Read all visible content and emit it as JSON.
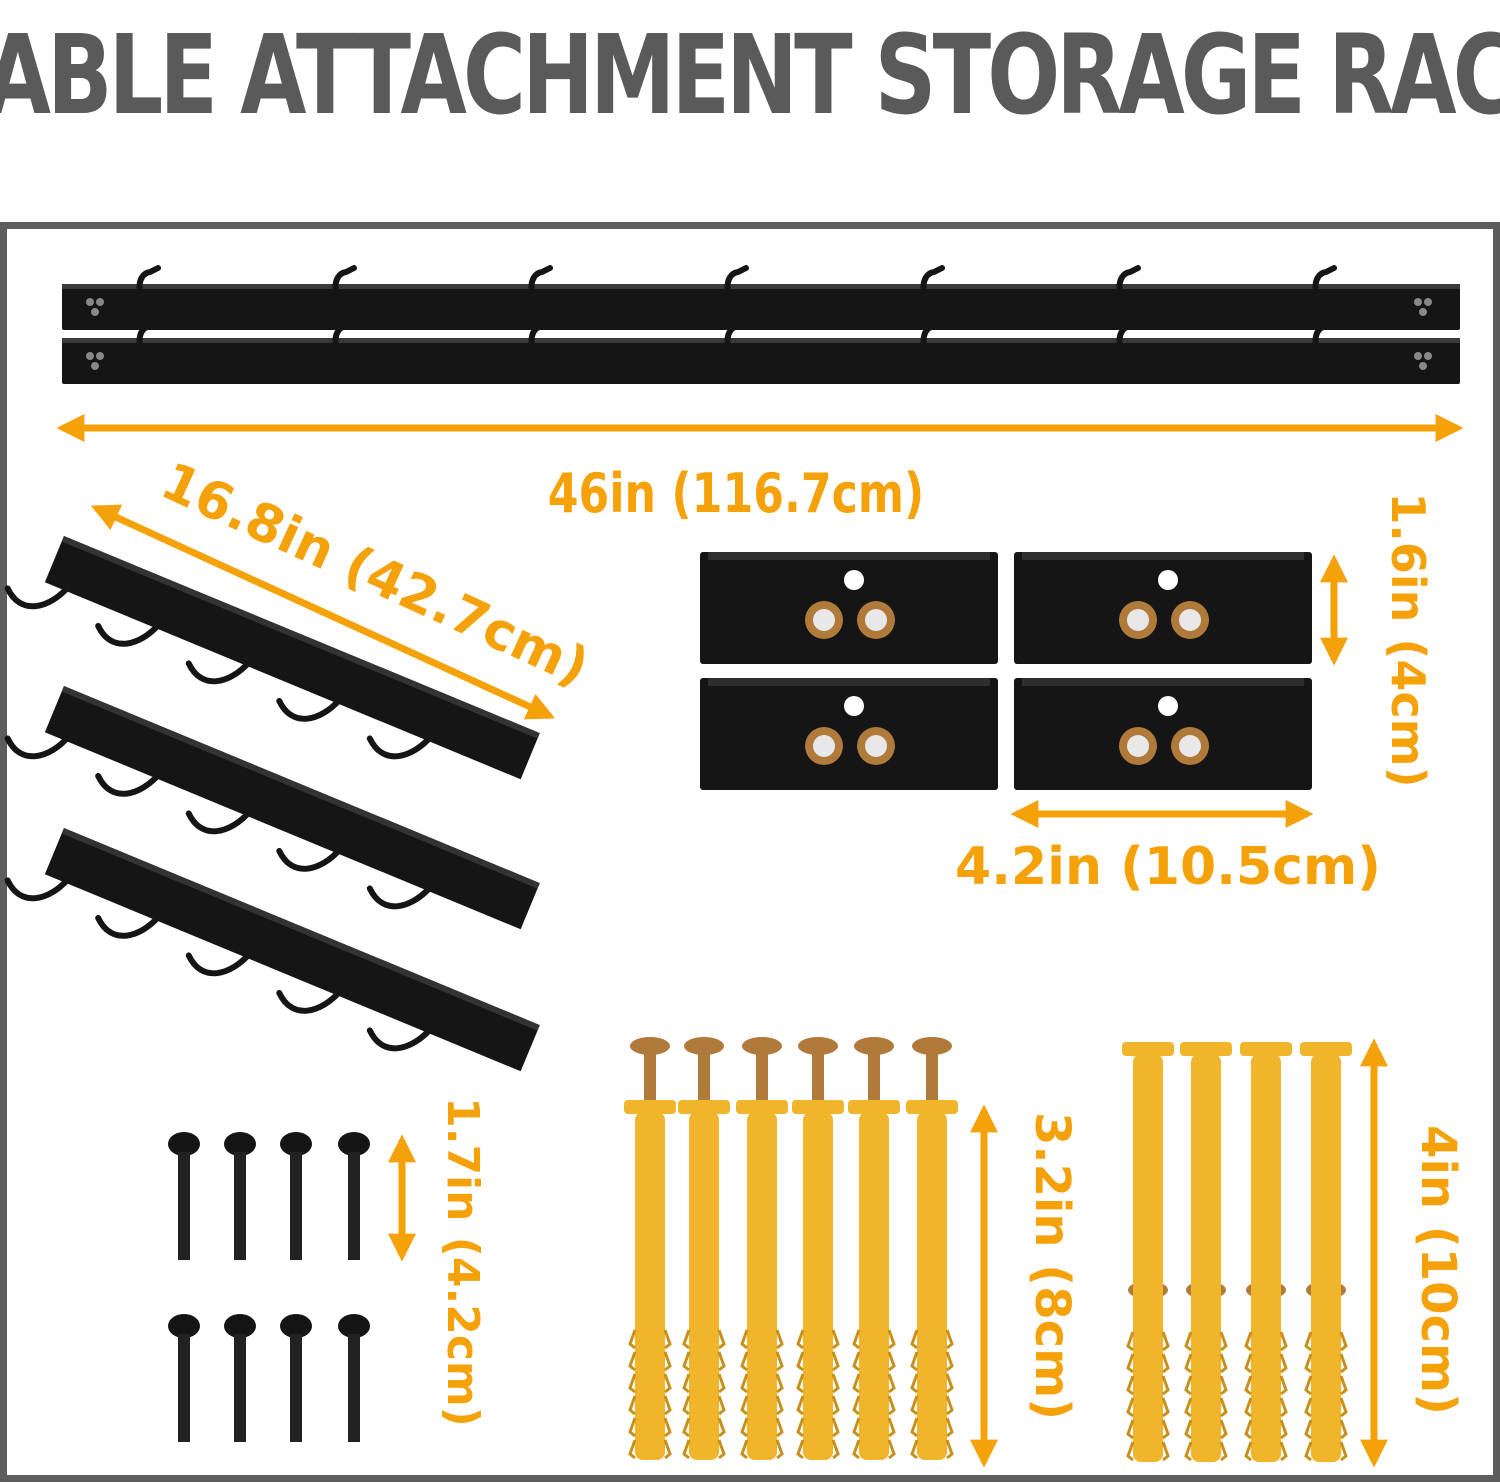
{
  "title": "CABLE ATTACHMENT STORAGE RACK",
  "colors": {
    "title_gray": "#5a5a5a",
    "frame_gray": "#5d5d5d",
    "dimension_orange": "#f5a20a",
    "metal_black": "#151515",
    "anchor_yellow": "#f0b52a",
    "screw_bronze": "#b07a3a"
  },
  "dimensions": {
    "long_rail": "46in (116.7cm)",
    "short_rail": "16.8in (42.7cm)",
    "bracket_height": "1.6in (4cm)",
    "bracket_width": "4.2in (10.5cm)",
    "bolt_length": "1.7in (4.2cm)",
    "short_anchor": "3.2in (8cm)",
    "long_anchor": "4in (10cm)"
  },
  "components": {
    "long_rails": 2,
    "short_rails": 3,
    "brackets": 4,
    "bolts": 8,
    "short_anchors": 6,
    "long_anchors": 4
  }
}
